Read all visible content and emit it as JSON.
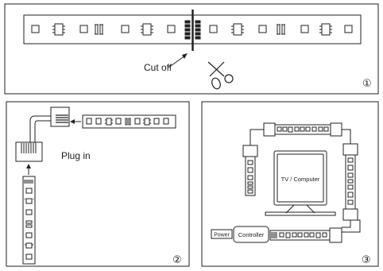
{
  "panel1": {
    "cut_label": "Cut off",
    "step": "①"
  },
  "panel2": {
    "plug_label": "Plug in",
    "step": "②"
  },
  "panel3": {
    "screen_label": "TV / Computer",
    "power_label": "Power",
    "controller_label": "Controller",
    "step": "③"
  },
  "colors": {
    "line": "#222222",
    "bg": "#ffffff"
  }
}
